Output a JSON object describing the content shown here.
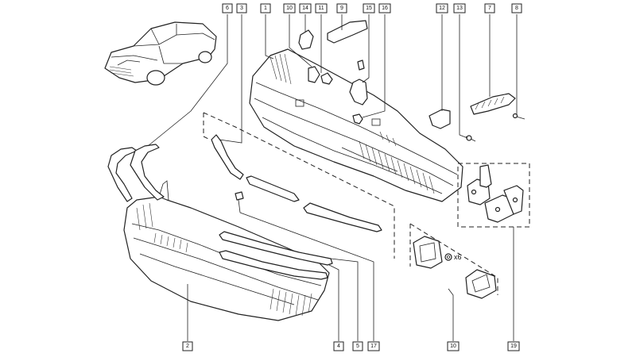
{
  "callouts": [
    {
      "id": "1",
      "label": "1"
    },
    {
      "id": "2",
      "label": "2"
    },
    {
      "id": "3",
      "label": "3"
    },
    {
      "id": "4",
      "label": "4"
    },
    {
      "id": "5",
      "label": "5"
    },
    {
      "id": "6",
      "label": "6"
    },
    {
      "id": "7",
      "label": "7"
    },
    {
      "id": "8",
      "label": "8"
    },
    {
      "id": "9",
      "label": "9"
    },
    {
      "id": "10a",
      "label": "10"
    },
    {
      "id": "10b",
      "label": "10"
    },
    {
      "id": "11",
      "label": "11"
    },
    {
      "id": "12",
      "label": "12"
    },
    {
      "id": "13",
      "label": "13"
    },
    {
      "id": "14",
      "label": "14"
    },
    {
      "id": "15",
      "label": "15"
    },
    {
      "id": "16",
      "label": "16"
    },
    {
      "id": "17",
      "label": "17"
    },
    {
      "id": "19",
      "label": "19"
    }
  ],
  "quantity_label": "x6"
}
